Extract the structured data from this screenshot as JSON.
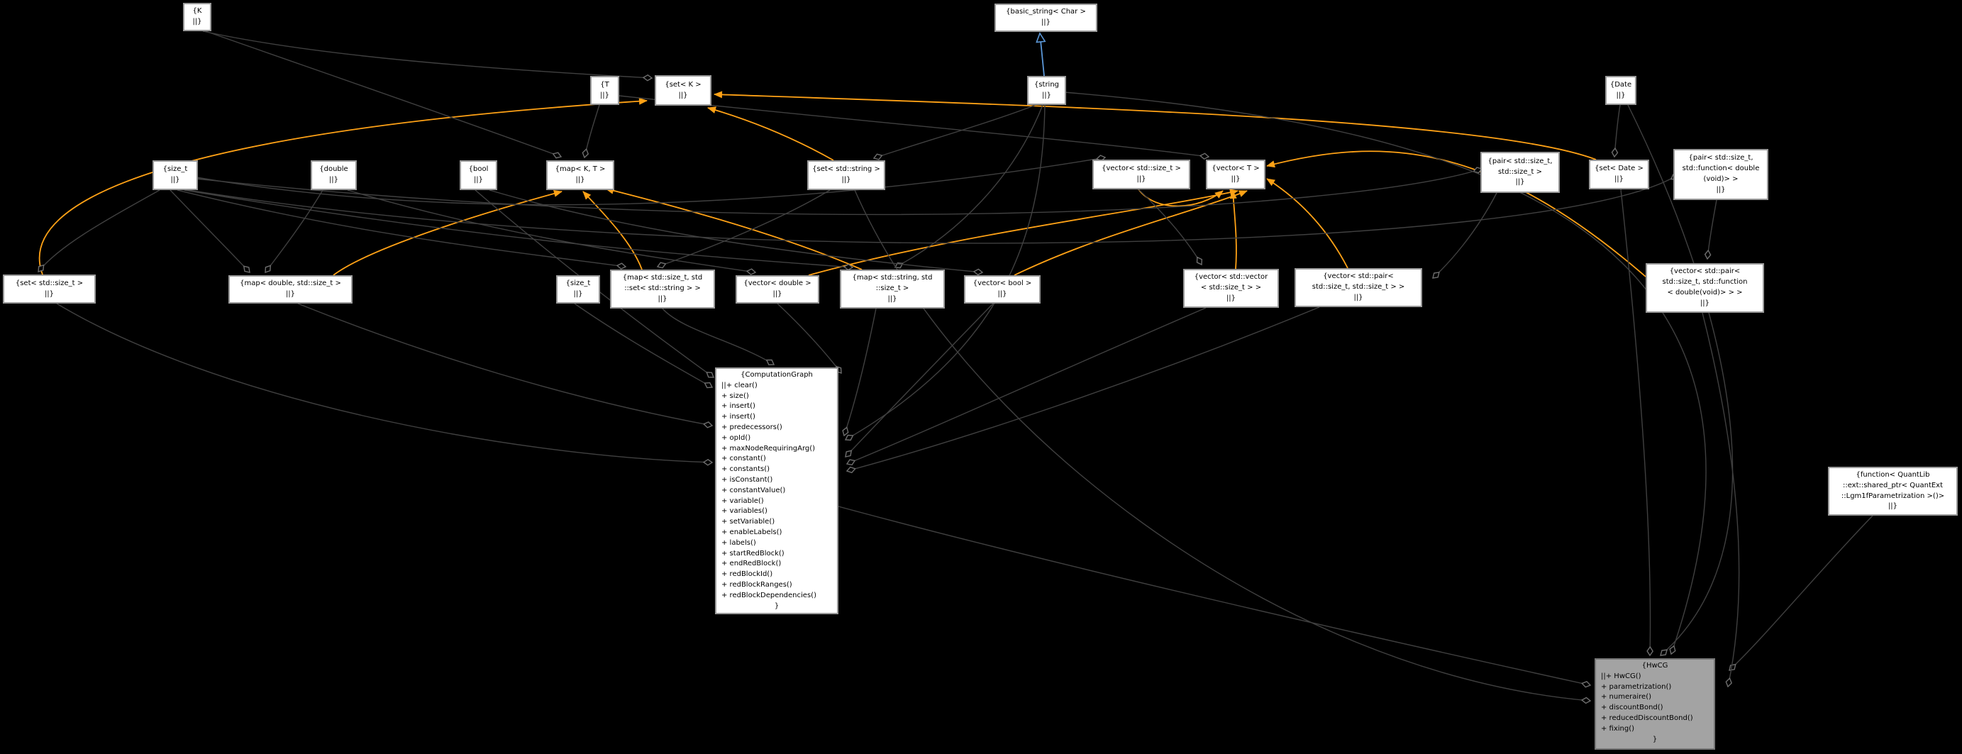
{
  "diagram": {
    "title": "HwCG collaboration graph",
    "background": "#000000",
    "colors": {
      "usage_edge": "#404040",
      "template_edge": "#ffa216",
      "inheritance_edge": "#5b97d7",
      "node_fill": "#ffffff",
      "node_border": "#9a9a9a",
      "focus_node_fill": "#a3a3a3"
    },
    "nodes": [
      {
        "id": "k",
        "lines": [
          "{K",
          "||}"
        ]
      },
      {
        "id": "basic_string",
        "lines": [
          "{basic_string< Char >",
          "||}"
        ]
      },
      {
        "id": "t",
        "lines": [
          "{T",
          "||}"
        ]
      },
      {
        "id": "set_k",
        "lines": [
          "{set< K >",
          "||}"
        ]
      },
      {
        "id": "string",
        "lines": [
          "{string",
          "||}"
        ]
      },
      {
        "id": "date",
        "lines": [
          "{Date",
          "||}"
        ]
      },
      {
        "id": "size_t1",
        "lines": [
          "{size_t",
          "||}"
        ]
      },
      {
        "id": "double1",
        "lines": [
          "{double",
          "||}"
        ]
      },
      {
        "id": "bool1",
        "lines": [
          "{bool",
          "||}"
        ]
      },
      {
        "id": "map_kt",
        "lines": [
          "{map< K, T >",
          "||}"
        ]
      },
      {
        "id": "set_string",
        "lines": [
          "{set< std::string >",
          "||}"
        ]
      },
      {
        "id": "vec_sizet",
        "lines": [
          "{vector< std::size_t >",
          "||}"
        ]
      },
      {
        "id": "vec_t",
        "lines": [
          "{vector< T >",
          "||}"
        ]
      },
      {
        "id": "pair_ss",
        "lines": [
          "{pair< std::size_t,",
          "std::size_t >",
          "||}"
        ]
      },
      {
        "id": "set_date",
        "lines": [
          "{set< Date >",
          "||}"
        ]
      },
      {
        "id": "pair_func",
        "lines": [
          "{pair< std::size_t,",
          "std::function< double",
          "(void)> >",
          "||}"
        ]
      },
      {
        "id": "set_sizet",
        "lines": [
          "{set< std::size_t >",
          "||}"
        ]
      },
      {
        "id": "map_double",
        "lines": [
          "{map< double, std::size_t >",
          "||}"
        ]
      },
      {
        "id": "size_t2",
        "lines": [
          "{size_t",
          "||}"
        ]
      },
      {
        "id": "map_set",
        "lines": [
          "{map< std::size_t, std",
          "::set< std::string > >",
          "||}"
        ]
      },
      {
        "id": "vec_double",
        "lines": [
          "{vector< double >",
          "||}"
        ]
      },
      {
        "id": "map_string",
        "lines": [
          "{map< std::string, std",
          "::size_t >",
          "||}"
        ]
      },
      {
        "id": "vec_bool",
        "lines": [
          "{vector< bool >",
          "||}"
        ]
      },
      {
        "id": "vec_vec",
        "lines": [
          "{vector< std::vector",
          "< std::size_t > >",
          "||}"
        ]
      },
      {
        "id": "vec_pair",
        "lines": [
          "{vector< std::pair<",
          "std::size_t, std::size_t > >",
          "||}"
        ]
      },
      {
        "id": "vec_pair_func",
        "lines": [
          "{vector< std::pair<",
          "std::size_t, std::function",
          "< double(void)> > >",
          "||}"
        ]
      },
      {
        "id": "cg",
        "multi": true,
        "lines": [
          "{ComputationGraph",
          "||+ clear()",
          "+ size()",
          "+ insert()",
          "+ insert()",
          "+ predecessors()",
          "+ opId()",
          "+ maxNodeRequiringArg()",
          "+ constant()",
          "+ constants()",
          "+ isConstant()",
          "+ constantValue()",
          "+ variable()",
          "+ variables()",
          "+ setVariable()",
          "+ enableLabels()",
          "+ labels()",
          "+ startRedBlock()",
          "+ endRedBlock()",
          "+ redBlockId()",
          "+ redBlockRanges()",
          "+ redBlockDependencies()",
          "}"
        ]
      },
      {
        "id": "func_ql",
        "lines": [
          "{function< QuantLib",
          "::ext::shared_ptr< QuantExt",
          "::Lgm1fParametrization >()>",
          "||}"
        ]
      },
      {
        "id": "hwcg",
        "multi": true,
        "filled": true,
        "lines": [
          "{HwCG",
          "||+ HwCG()",
          "+ parametrization()",
          "+ numeraire()",
          "+ discountBond()",
          "+ reducedDiscountBond()",
          "+ fixing()",
          "}"
        ]
      }
    ],
    "edges": [
      {
        "from": "set_sizet",
        "to": "set_k",
        "relation": "template"
      },
      {
        "from": "set_string",
        "to": "set_k",
        "relation": "template"
      },
      {
        "from": "set_date",
        "to": "set_k",
        "relation": "template"
      },
      {
        "from": "map_double",
        "to": "map_kt",
        "relation": "template"
      },
      {
        "from": "map_set",
        "to": "map_kt",
        "relation": "template"
      },
      {
        "from": "map_string",
        "to": "map_kt",
        "relation": "template"
      },
      {
        "from": "vec_sizet",
        "to": "vec_t",
        "relation": "template"
      },
      {
        "from": "vec_double",
        "to": "vec_t",
        "relation": "template"
      },
      {
        "from": "vec_bool",
        "to": "vec_t",
        "relation": "template"
      },
      {
        "from": "vec_vec",
        "to": "vec_t",
        "relation": "template"
      },
      {
        "from": "vec_pair",
        "to": "vec_t",
        "relation": "template"
      },
      {
        "from": "vec_pair_func",
        "to": "vec_t",
        "relation": "template"
      },
      {
        "from": "string",
        "to": "basic_string",
        "relation": "inheritance"
      },
      {
        "from": "k",
        "to": "set_k",
        "relation": "usage"
      },
      {
        "from": "k",
        "to": "map_kt",
        "relation": "usage"
      },
      {
        "from": "t",
        "to": "map_kt",
        "relation": "usage"
      },
      {
        "from": "t",
        "to": "vec_t",
        "relation": "usage"
      },
      {
        "from": "string",
        "to": "set_string",
        "relation": "usage"
      },
      {
        "from": "string",
        "to": "map_string",
        "relation": "usage"
      },
      {
        "from": "date",
        "to": "set_date",
        "relation": "usage"
      },
      {
        "from": "date",
        "to": "hwcg",
        "relation": "usage"
      },
      {
        "from": "set_date",
        "to": "hwcg",
        "relation": "usage"
      },
      {
        "from": "size_t1",
        "to": "set_sizet",
        "relation": "usage"
      },
      {
        "from": "size_t1",
        "to": "map_double",
        "relation": "usage"
      },
      {
        "from": "double1",
        "to": "map_double",
        "relation": "usage"
      },
      {
        "from": "double1",
        "to": "vec_double",
        "relation": "usage"
      },
      {
        "from": "bool1",
        "to": "vec_bool",
        "relation": "usage"
      },
      {
        "from": "size_t1",
        "to": "vec_sizet",
        "relation": "usage"
      },
      {
        "from": "pair_ss",
        "to": "vec_pair",
        "relation": "usage"
      },
      {
        "from": "size_t1",
        "to": "pair_func",
        "relation": "usage"
      },
      {
        "from": "size_t1",
        "to": "map_set",
        "relation": "usage"
      },
      {
        "from": "set_string",
        "to": "map_set",
        "relation": "usage"
      },
      {
        "from": "size_t1",
        "to": "map_string",
        "relation": "usage"
      },
      {
        "from": "size_t2",
        "to": "cg",
        "relation": "usage"
      },
      {
        "from": "bool1",
        "to": "cg",
        "relation": "usage"
      },
      {
        "from": "map_double",
        "to": "cg",
        "relation": "usage"
      },
      {
        "from": "set_sizet",
        "to": "cg",
        "relation": "usage"
      },
      {
        "from": "map_set",
        "to": "cg",
        "relation": "usage"
      },
      {
        "from": "vec_double",
        "to": "cg",
        "relation": "usage"
      },
      {
        "from": "map_string",
        "to": "cg",
        "relation": "usage"
      },
      {
        "from": "vec_bool",
        "to": "cg",
        "relation": "usage"
      },
      {
        "from": "vec_vec",
        "to": "cg",
        "relation": "usage"
      },
      {
        "from": "vec_pair",
        "to": "cg",
        "relation": "usage"
      },
      {
        "from": "cg",
        "to": "hwcg",
        "relation": "usage"
      },
      {
        "from": "set_string",
        "to": "hwcg",
        "relation": "usage"
      },
      {
        "from": "string",
        "to": "cg",
        "relation": "usage"
      },
      {
        "from": "func_ql",
        "to": "hwcg",
        "relation": "usage"
      },
      {
        "from": "vec_pair_func",
        "to": "hwcg",
        "relation": "usage"
      },
      {
        "from": "pair_func",
        "to": "vec_pair_func",
        "relation": "usage"
      },
      {
        "from": "vec_sizet",
        "to": "vec_vec",
        "relation": "usage"
      },
      {
        "from": "size_t1",
        "to": "pair_ss",
        "relation": "usage"
      },
      {
        "from": "string",
        "to": "hwcg",
        "relation": "usage"
      }
    ]
  }
}
